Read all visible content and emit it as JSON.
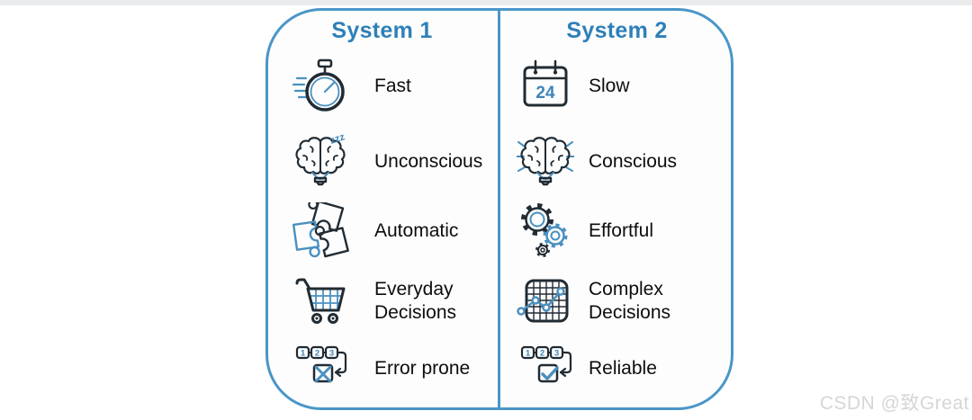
{
  "columns": [
    {
      "title": "System 1",
      "items": [
        {
          "icon": "stopwatch-icon",
          "label": "Fast"
        },
        {
          "icon": "sleeping-brain-icon",
          "label": "Unconscious"
        },
        {
          "icon": "puzzle-pieces-icon",
          "label": "Automatic"
        },
        {
          "icon": "shopping-cart-icon",
          "label": "Everyday Decisions"
        },
        {
          "icon": "steps-error-icon",
          "label": "Error prone"
        }
      ]
    },
    {
      "title": "System 2",
      "items": [
        {
          "icon": "calendar-24-icon",
          "label": "Slow"
        },
        {
          "icon": "thinking-brain-icon",
          "label": "Conscious"
        },
        {
          "icon": "gears-icon",
          "label": "Effortful"
        },
        {
          "icon": "chart-grid-icon",
          "label": "Complex Decisions"
        },
        {
          "icon": "steps-check-icon",
          "label": "Reliable"
        }
      ]
    }
  ],
  "icons": {
    "calendar_number": "24",
    "step_numbers": [
      "1",
      "2",
      "3"
    ],
    "sleep_text": "zzz"
  },
  "watermark": "CSDN @致Great",
  "colors": {
    "accent_blue": "#2e80b9",
    "border_blue": "#4a96c8",
    "icon_dark": "#212b33",
    "icon_blue": "#4a90c0",
    "watermark_gray": "#d6d6d6"
  }
}
